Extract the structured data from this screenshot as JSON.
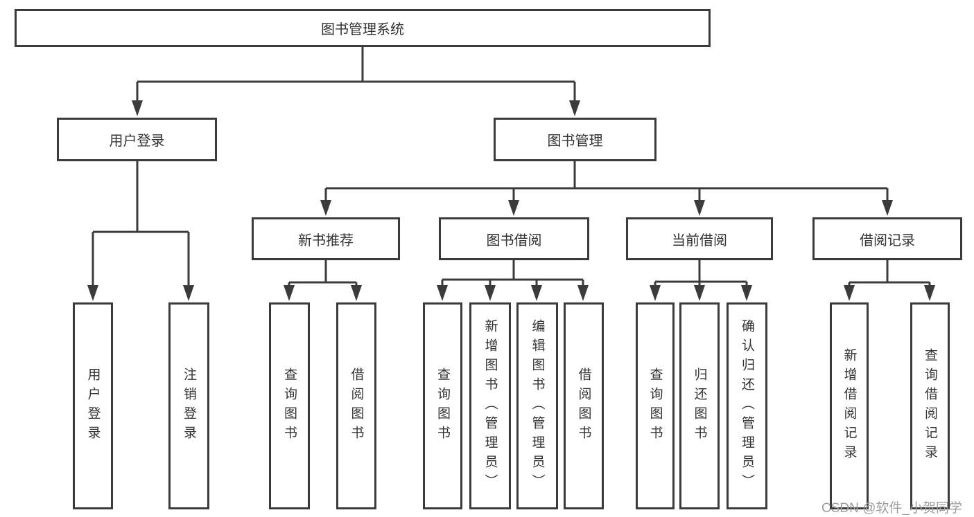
{
  "colors": {
    "line": "#3b3b3b",
    "box_border": "#3b3b3b",
    "text": "#333333",
    "background": "#ffffff",
    "watermark": "#9e9e9e"
  },
  "tree": {
    "root": {
      "label": "图书管理系统"
    },
    "branches": [
      {
        "label": "用户登录",
        "children": [
          {
            "label": "用户登录"
          },
          {
            "label": "注销登录"
          }
        ]
      },
      {
        "label": "图书管理",
        "children": [
          {
            "label": "新书推荐",
            "children": [
              {
                "label": "查询图书"
              },
              {
                "label": "借阅图书"
              }
            ]
          },
          {
            "label": "图书借阅",
            "children": [
              {
                "label": "查询图书"
              },
              {
                "label": "新增图书（管理员）"
              },
              {
                "label": "编辑图书（管理员）"
              },
              {
                "label": "借阅图书"
              }
            ]
          },
          {
            "label": "当前借阅",
            "children": [
              {
                "label": "查询图书"
              },
              {
                "label": "归还图书"
              },
              {
                "label": "确认归还（管理员）"
              }
            ]
          },
          {
            "label": "借阅记录",
            "children": [
              {
                "label": "新增借阅记录"
              },
              {
                "label": "查询借阅记录"
              }
            ]
          }
        ]
      }
    ]
  },
  "watermark": {
    "text": "CSDN @软件_小贺同学"
  }
}
